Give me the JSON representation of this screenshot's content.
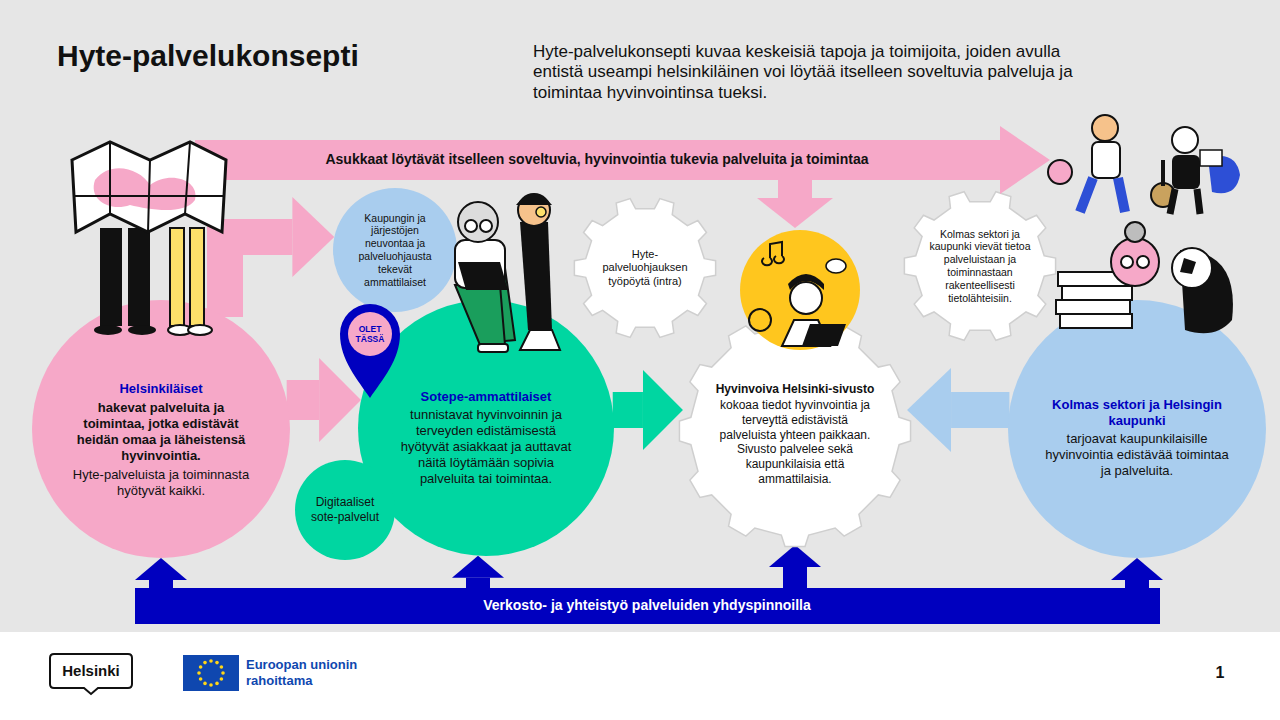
{
  "diagram": {
    "title": "Hyte-palvelukonsepti",
    "nodes": [
      {
        "text": [
          "Helsinkiläiset",
          "hakevat palveluita ja toimintaa, jotka edistävät heidän omaa ja läheistensä hyvinvointia.",
          "Hyte-palveluista ja toiminnasta hyötyvät kaikki."
        ]
      },
      {
        "text": [
          "Kaupungin ja järjestöjen neuvontaa ja palveluohjausta tekevät ammattilaiset"
        ]
      },
      {
        "text": [
          "Sotepe-ammattilaiset",
          "tunnistavat hyvinvoinnin ja terveyden edistämisestä hyötyvät asiakkaat ja auttavat näitä löytämään sopivia palveluita tai toimintaa."
        ]
      },
      {
        "text": [
          "OLET TÄSSÄ"
        ]
      },
      {
        "text": [
          "Digitaaliset sote-palvelut"
        ]
      },
      {
        "text": [
          "Hyte-palveluohjauksen työpöytä (intra)"
        ]
      },
      {
        "text": [
          "Hyvinvoiva Helsinki-sivusto",
          "kokoaa tiedot hyvinvointia ja terveyttä edistävistä palveluista yhteen paikkaan. Sivusto palvelee sekä kaupunkilaisia että ammattilaisia."
        ]
      },
      {
        "text": [
          "Kolmas sektori ja kaupunki vievät tietoa palveluistaan ja toiminnastaan rakenteellisesti tietolähteisiin."
        ]
      },
      {
        "text": [
          "Kolmas sektori ja Helsingin kaupunki",
          "tarjoavat kaupunkilaisille hyvinvointia edistävää toimintaa ja palveluita."
        ]
      },
      {
        "text": [
          "Asukkaat löytävät itselleen soveltuvia, hyvinvointia tukevia palveluita ja toimintaa"
        ]
      },
      {
        "text": [
          "Verkosto- ja yhteistyö palveluiden yhdyspinnoilla"
        ]
      }
    ],
    "edges": [
      {
        "from": 0,
        "to": 1,
        "arrow": "to"
      },
      {
        "from": 0,
        "to": 2,
        "arrow": "to"
      },
      {
        "from": 9,
        "to": 6,
        "arrow": "to"
      },
      {
        "from": 2,
        "to": 6,
        "arrow": "to"
      },
      {
        "from": 8,
        "to": 6,
        "arrow": "to"
      },
      {
        "from": 10,
        "to": 0,
        "arrow": "to"
      },
      {
        "from": 10,
        "to": 2,
        "arrow": "to"
      },
      {
        "from": 10,
        "to": 6,
        "arrow": "to"
      },
      {
        "from": 10,
        "to": 8,
        "arrow": "to"
      }
    ],
    "labels": [
      "Hyte-palvelukonsepti kuvaa keskeisiä tapoja ja toimijoita, joiden avulla entistä useampi helsinkiläinen voi löytää itselleen soveltuvia palveluja ja toimintaa hyvinvointinsa tueksi.",
      "Helsinki",
      "Euroopan unionin rahoittama",
      "1"
    ]
  }
}
